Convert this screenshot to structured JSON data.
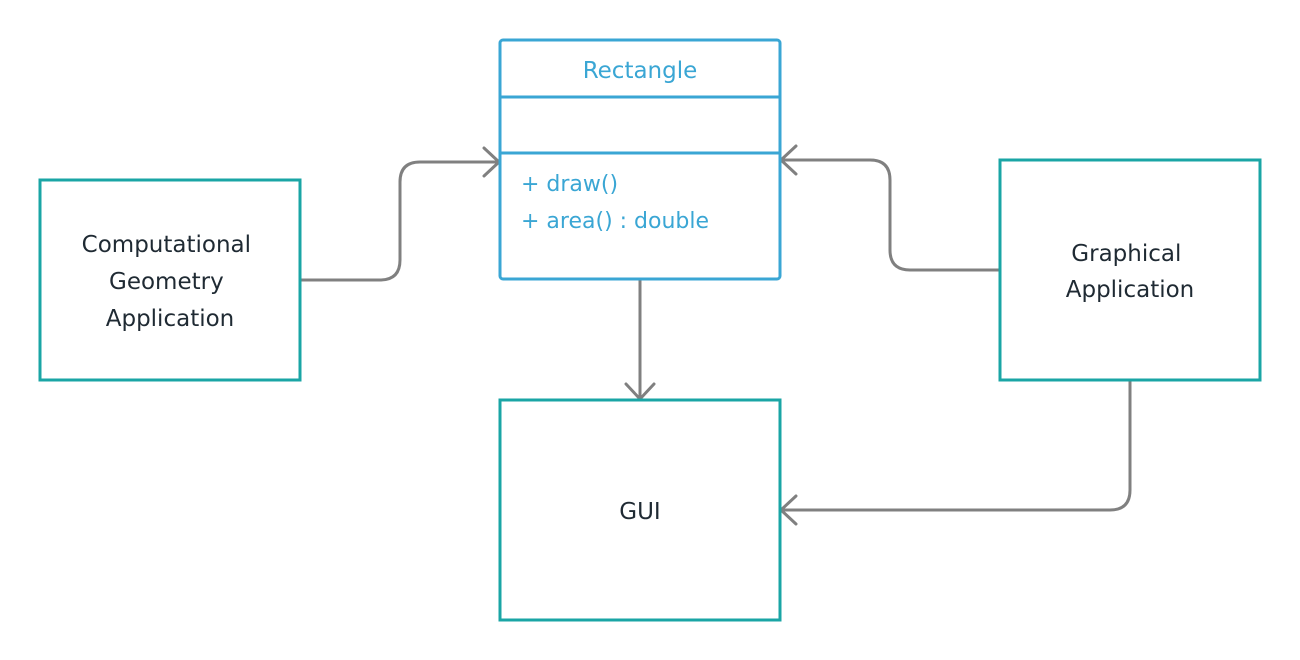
{
  "nodes": {
    "computational": {
      "lines": [
        "Computational",
        "Geometry",
        "Application"
      ]
    },
    "graphical": {
      "lines": [
        "Graphical",
        "Application"
      ]
    },
    "gui": {
      "label": "GUI"
    },
    "rectangle_class": {
      "name": "Rectangle",
      "attributes": [],
      "operations": [
        "+ draw()",
        "+ area() : double"
      ]
    }
  },
  "colors": {
    "box_border": "#1aa5a5",
    "class_border": "#3aa6d4",
    "class_text": "#3aa6d4",
    "arrow": "#808080",
    "node_text": "#1f2a33"
  }
}
